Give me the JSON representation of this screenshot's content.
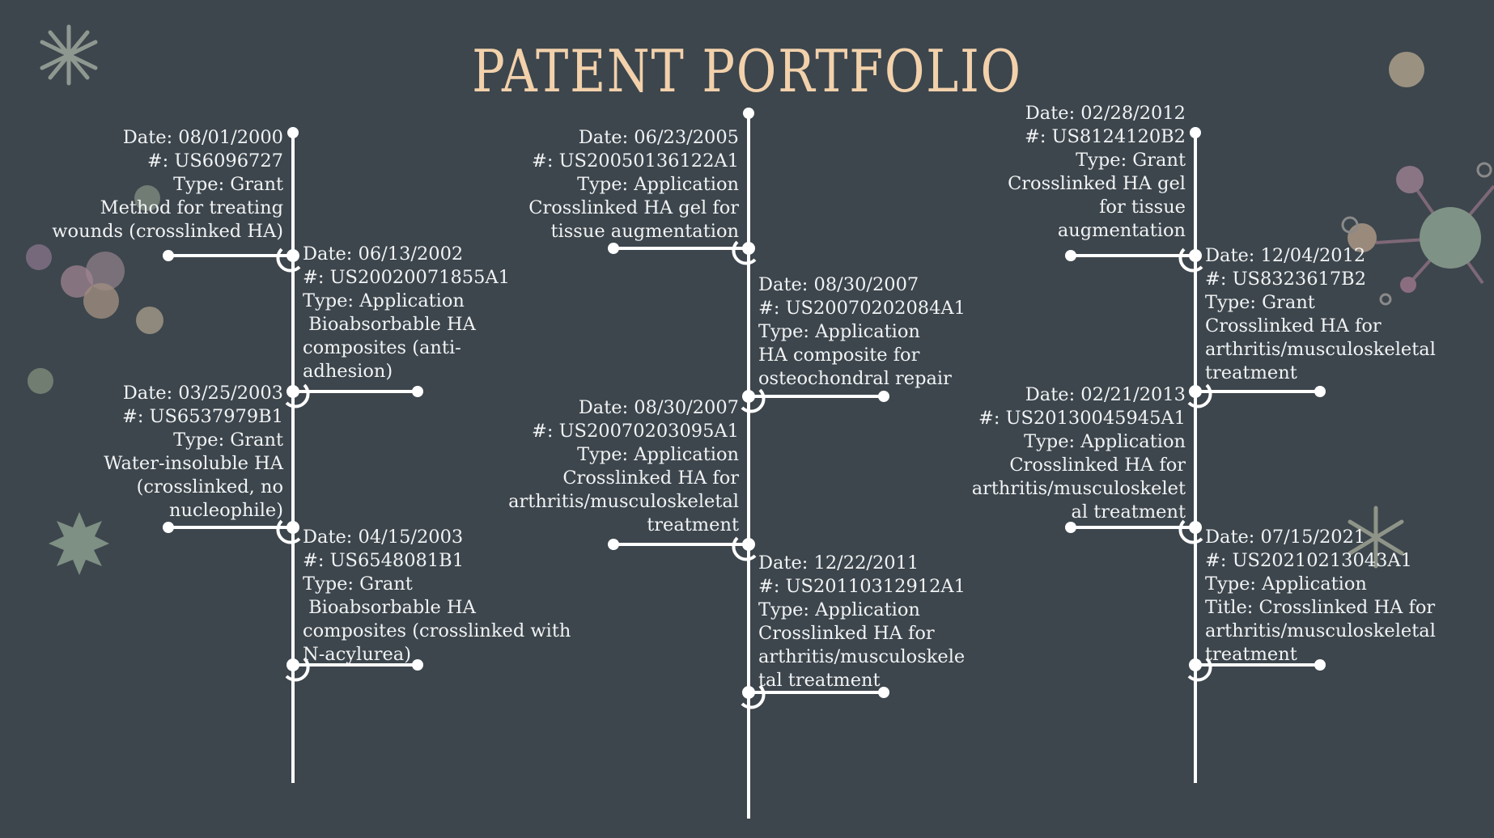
{
  "title": "PATENT PORTFOLIO",
  "columns": [
    {
      "entries": [
        {
          "date": "Date: 08/01/2000",
          "number": "#: US6096727",
          "type": "Type: Grant",
          "title_lines": [
            "Method for treating",
            "wounds (crosslinked HA)"
          ]
        },
        {
          "date": "Date: 06/13/2002",
          "number": "#: US20020071855A1",
          "type": "Type: Application",
          "title_lines": [
            " Bioabsorbable HA",
            "composites (anti-",
            "adhesion)"
          ]
        },
        {
          "date": "Date: 03/25/2003",
          "number": "#: US6537979B1",
          "type": "Type: Grant",
          "title_lines": [
            "Water-insoluble HA",
            "(crosslinked, no",
            "nucleophile)"
          ]
        },
        {
          "date": "Date: 04/15/2003",
          "number": "#: US6548081B1",
          "type": "Type: Grant",
          "title_lines": [
            " Bioabsorbable HA",
            "composites (crosslinked with",
            "N-acylurea)"
          ]
        }
      ]
    },
    {
      "entries": [
        {
          "date": "Date: 06/23/2005",
          "number": "#: US20050136122A1",
          "type": "Type: Application",
          "title_lines": [
            "Crosslinked HA gel for",
            "tissue augmentation"
          ]
        },
        {
          "date": "Date: 08/30/2007",
          "number": "#: US20070202084A1",
          "type": "Type: Application",
          "title_lines": [
            "HA composite for",
            "osteochondral repair"
          ]
        },
        {
          "date": "Date: 08/30/2007",
          "number": "#: US20070203095A1",
          "type": "Type: Application",
          "title_lines": [
            "Crosslinked HA for",
            "arthritis/musculoskeletal",
            "treatment"
          ]
        },
        {
          "date": "Date: 12/22/2011",
          "number": "#: US20110312912A1",
          "type": "Type: Application",
          "title_lines": [
            "Crosslinked HA for",
            "arthritis/musculoskele",
            "tal treatment"
          ]
        }
      ]
    },
    {
      "entries": [
        {
          "date": "Date: 02/28/2012",
          "number": "#: US8124120B2",
          "type": "Type: Grant",
          "title_lines": [
            "Crosslinked HA gel",
            "for tissue",
            "augmentation"
          ]
        },
        {
          "date": "Date: 12/04/2012",
          "number": "#: US8323617B2",
          "type": "Type: Grant",
          "title_lines": [
            "Crosslinked HA for",
            "arthritis/musculoskeletal",
            "treatment"
          ]
        },
        {
          "date": "Date: 02/21/2013",
          "number": "#: US20130045945A1",
          "type": "Type: Application",
          "title_lines": [
            "Crosslinked HA for",
            "arthritis/musculoskelet",
            "al treatment"
          ]
        },
        {
          "date": "Date: 07/15/2021",
          "number": "#: US20210213043A1",
          "type": "Type: Application",
          "title_lines": [
            "Title: Crosslinked HA for",
            "arthritis/musculoskeletal",
            "treatment"
          ]
        }
      ]
    }
  ],
  "colors": {
    "background": "#3d464d",
    "title": "#f2d1ab",
    "text": "#f1f3f4",
    "line": "#ffffff"
  }
}
